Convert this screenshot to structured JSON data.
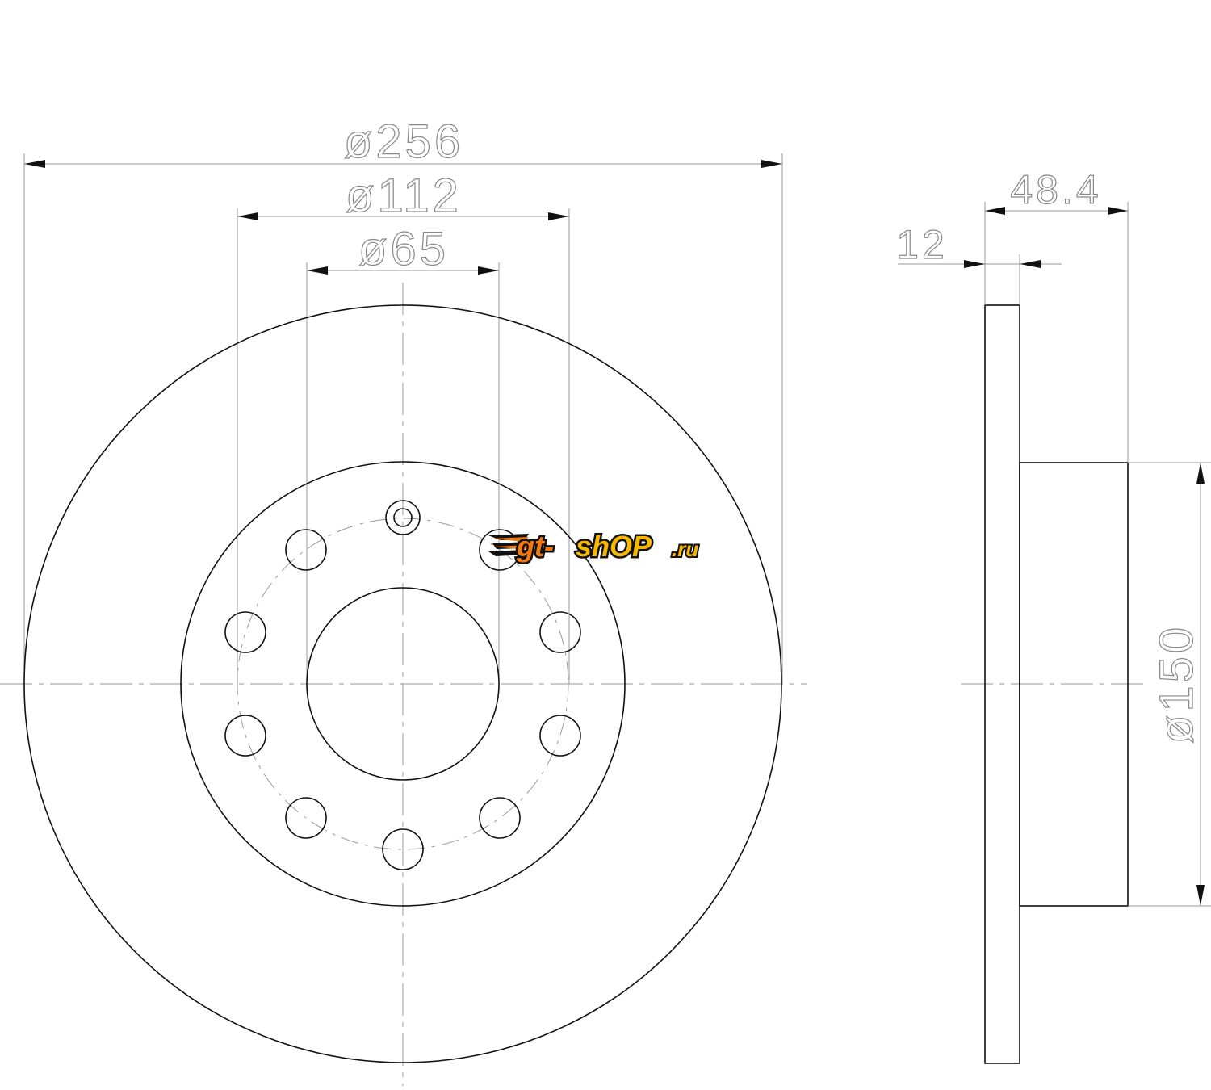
{
  "drawing": {
    "dimensions": {
      "outer_diameter": "ø256",
      "bolt_circle": "ø112",
      "center_bore": "ø65",
      "total_height": "48.4",
      "thickness": "12",
      "hub_diameter": "ø150"
    },
    "bolt_holes": 10
  },
  "logo": {
    "text_a": "gt-",
    "text_b": "shOP",
    "text_c": ".ru",
    "color_orange": "#f07a10",
    "color_yellow": "#f8b800"
  }
}
